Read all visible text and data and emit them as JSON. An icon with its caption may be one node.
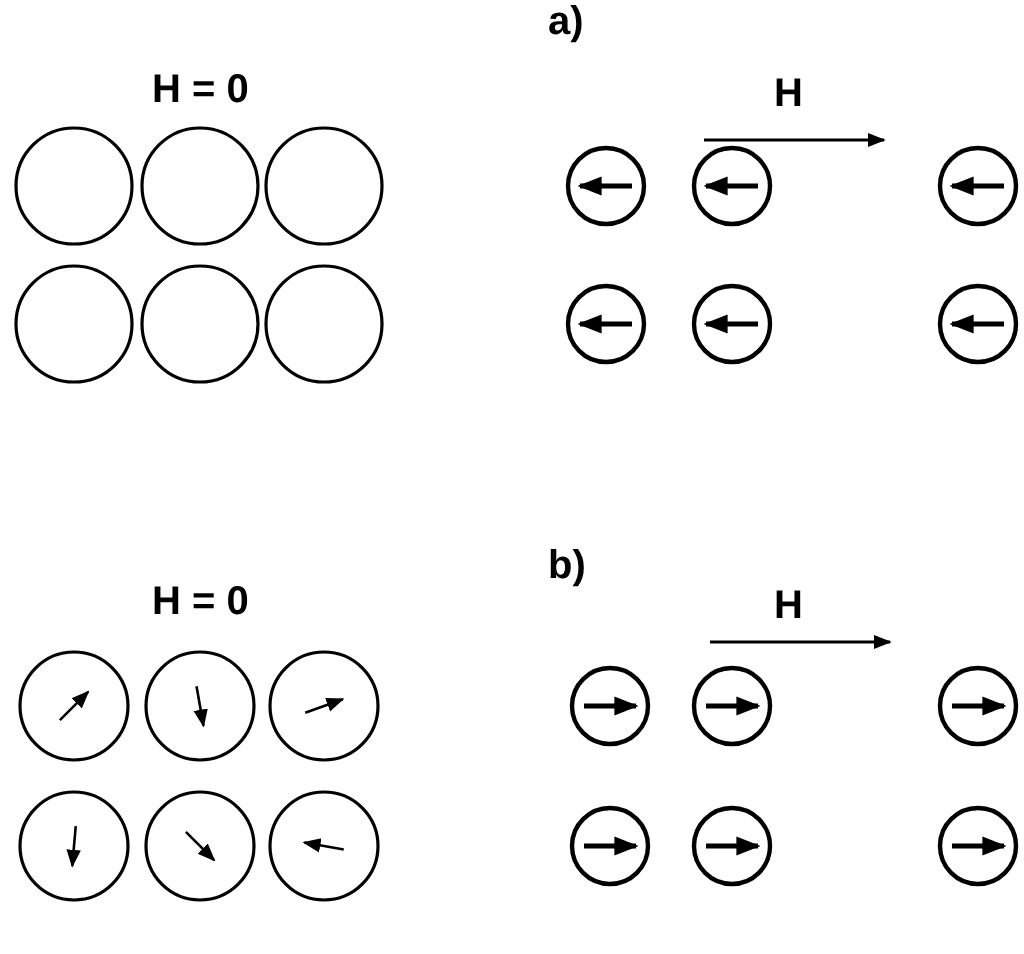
{
  "diagram": {
    "labels": [
      "a)",
      "H = 0",
      "H",
      "b)",
      "H = 0",
      "H"
    ]
  }
}
